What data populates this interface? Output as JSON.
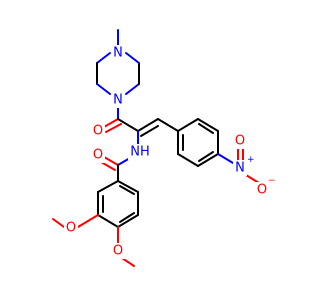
{
  "colors": {
    "background": "#ffffff",
    "carbon": "#000000",
    "oxygen": "#ff0000",
    "nitrogen": "#0000ff"
  },
  "atoms": {
    "piperazine_n_top": "N",
    "piperazine_n_bottom": "N",
    "carbonyl_o_upper": "O",
    "amide_nh": "NH",
    "carbonyl_o_lower": "O",
    "nitro_n": "N",
    "nitro_n_charge": "+",
    "nitro_o_top": "O",
    "nitro_o_bottom": "O",
    "nitro_o_charge": "−",
    "methoxy_o_left": "O",
    "methoxy_o_right": "O"
  }
}
